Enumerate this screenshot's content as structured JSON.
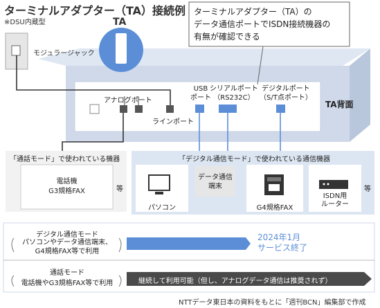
{
  "title": "ターミナルアダプター（TA）接続例",
  "note_dsu": "※DSU内蔵型",
  "ta_label": "TA",
  "modular_jack": "モジュラージャック",
  "callout": {
    "line1": "ターミナルアダプター（TA）の",
    "line2": "データ通信ポートでISDN接続機器の",
    "line3": "有無が確認できる"
  },
  "ports": {
    "analog": "アナログポート",
    "line": "ラインポート",
    "usb_line1": "USB",
    "usb_line2": "ポート",
    "serial_line1": "シリアルポート",
    "serial_line2": "（RS232C）",
    "digital_line1": "デジタルポート",
    "digital_line2": "（S/T点ポート）"
  },
  "ta_back": "TA背面",
  "call_mode_box": {
    "title": "「通話モード」で使われている機器",
    "item_line1": "電話機",
    "item_line2": "G3規格FAX",
    "etc": "等"
  },
  "digital_mode_box": {
    "title": "「デジタル通信モード」で使われている通信機器",
    "devices": [
      "パソコン",
      "データ通信\n端末",
      "G4規格FAX",
      "ISDN用\nルーター"
    ],
    "etc": "等"
  },
  "timeline": {
    "digital": {
      "title": "デジタル通信モード",
      "desc_line1": "パソコンやデータ通信端末、",
      "desc_line2": "G4規格FAX等で利用",
      "end_line1": "2024年1月",
      "end_line2": "サービス終了"
    },
    "call": {
      "title": "通話モード",
      "desc": "電話機やG3規格FAX等で利用",
      "arrow_text": "継続して利用可能（但し、アナログデータ通信は推奨されず）"
    }
  },
  "source": "NTTデータ東日本の資料をもとに「週刊BCN」編集部で作成",
  "colors": {
    "ta_panel": "#cfd9ea",
    "blue_port": "#5b8ed6",
    "digital_arrow": "#5b8ed6",
    "call_arrow": "#4a4a4a",
    "box_bg": "#f2f2f2",
    "digital_box_bg": "#dce6f2"
  }
}
